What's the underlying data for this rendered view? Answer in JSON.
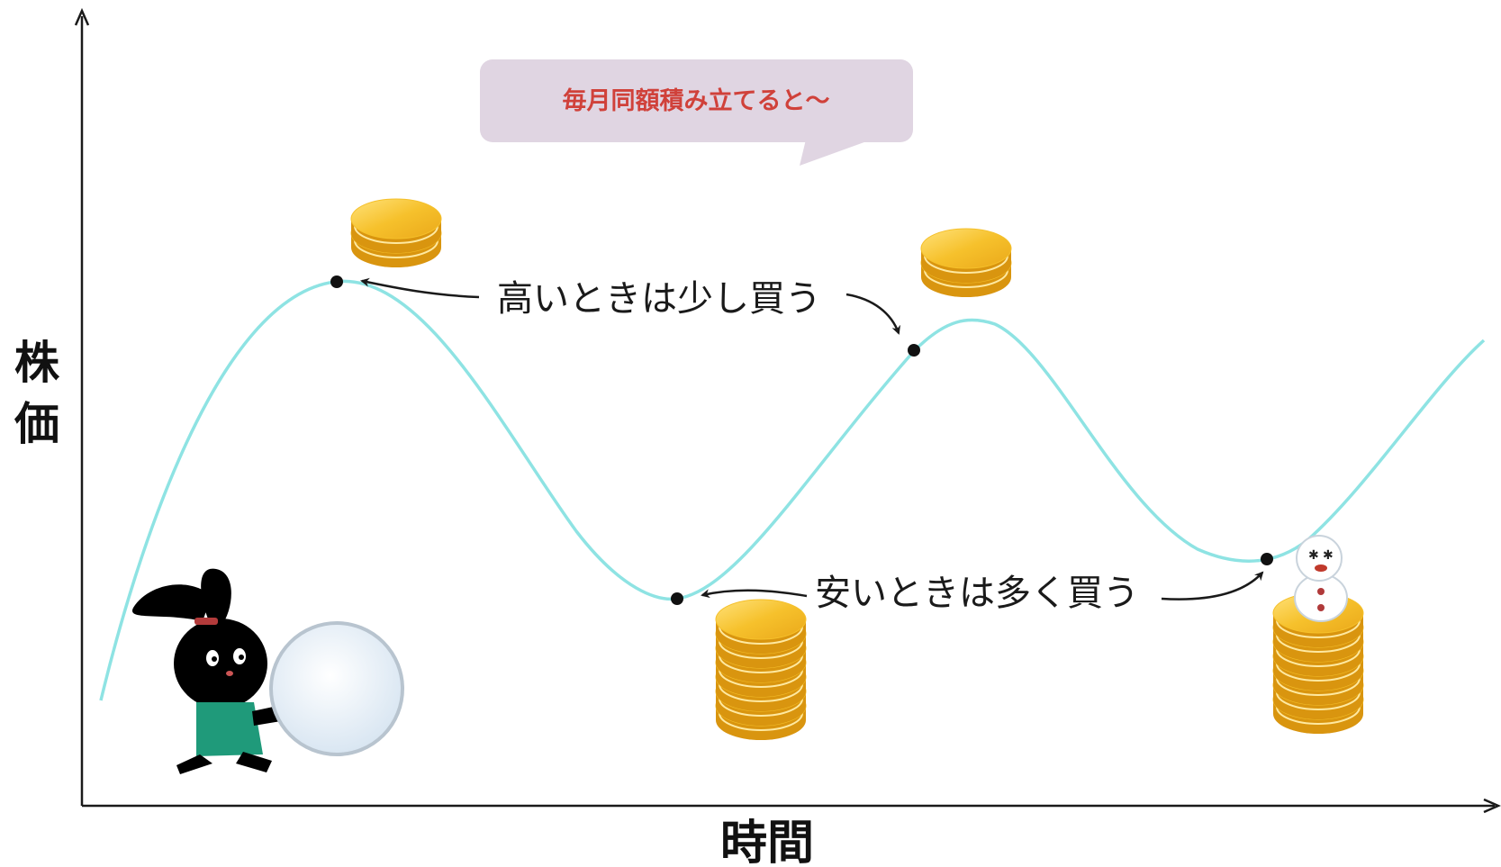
{
  "y_axis_label": "株価",
  "x_axis_label": "時間",
  "speech_bubble": "毎月同額積み立てると～",
  "annotation_high": "高いときは少し買う",
  "annotation_low": "安いときは多く買う",
  "colors": {
    "price_curve": "#8ee3e3",
    "axis": "#1a1a1a",
    "bubble_fill": "#e0d5e2",
    "bubble_text": "#d0413a",
    "coin_gold": "#f5c02a",
    "coin_shadow": "#d9950f",
    "character_body": "#000000",
    "character_shirt": "#1f9a7a"
  },
  "purchase_points": [
    {
      "name": "high-1",
      "coins": 2
    },
    {
      "name": "low-1",
      "coins": 7
    },
    {
      "name": "high-2",
      "coins": 2
    },
    {
      "name": "low-2",
      "coins": 7
    }
  ],
  "icons": [
    "coin-stack-icon",
    "rabbit-character-icon",
    "snowball-icon",
    "snowman-icon"
  ]
}
